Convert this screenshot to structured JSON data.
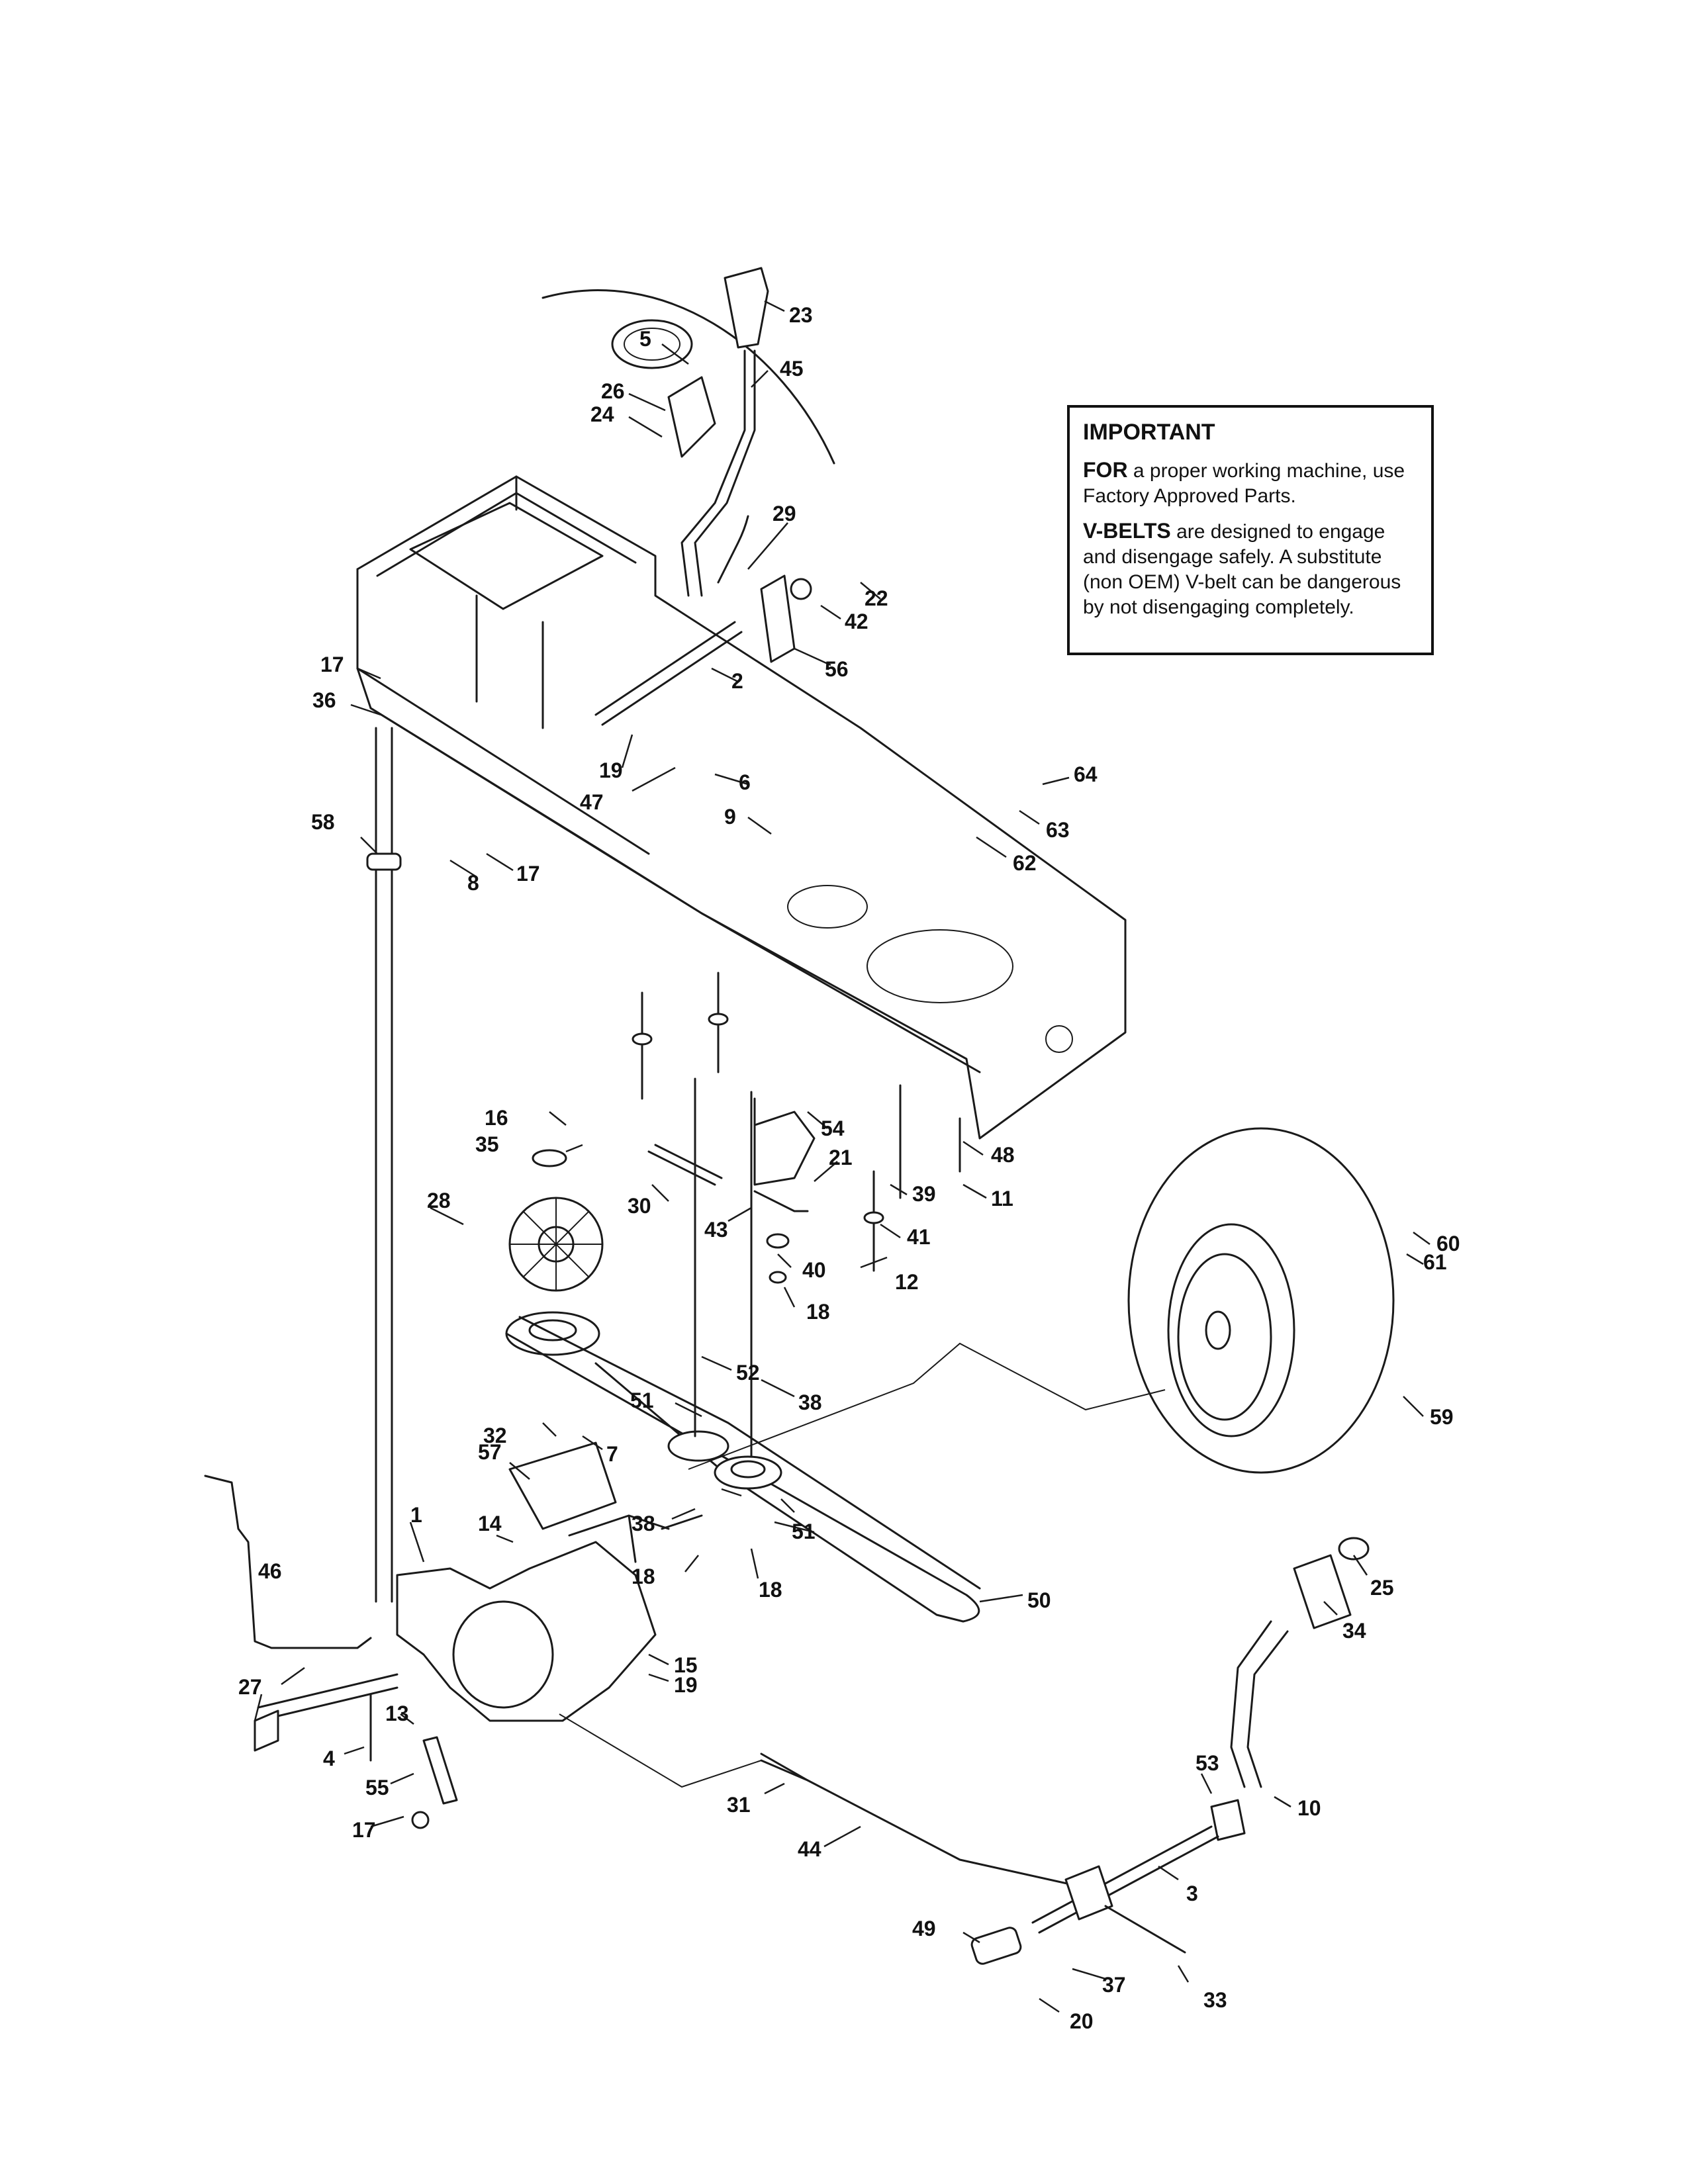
{
  "notice": {
    "heading": "IMPORTANT",
    "p1_lead": "FOR",
    "p1_text": " a proper working machine, use Factory Approved Parts.",
    "p2_lead": "V-BELTS",
    "p2_text": " are designed to engage and disengage safely. A substitute (non OEM) V-belt can be dangerous by not disengaging completely."
  },
  "callouts": {
    "c1": "1",
    "c2": "2",
    "c3": "3",
    "c4": "4",
    "c5": "5",
    "c6": "6",
    "c7": "7",
    "c8": "8",
    "c9": "9",
    "c10": "10",
    "c11": "11",
    "c12": "12",
    "c13": "13",
    "c14": "14",
    "c15": "15",
    "c16": "16",
    "c17a": "17",
    "c17b": "17",
    "c17c": "17",
    "c18a": "18",
    "c18b": "18",
    "c18c": "18",
    "c19a": "19",
    "c19b": "19",
    "c20": "20",
    "c21": "21",
    "c22": "22",
    "c23": "23",
    "c24": "24",
    "c25": "25",
    "c26": "26",
    "c27": "27",
    "c28": "28",
    "c29": "29",
    "c30": "30",
    "c31": "31",
    "c32": "32",
    "c33": "33",
    "c34": "34",
    "c35": "35",
    "c36": "36",
    "c37": "37",
    "c38a": "38",
    "c38b": "38",
    "c39": "39",
    "c40": "40",
    "c41": "41",
    "c42": "42",
    "c43": "43",
    "c44": "44",
    "c45": "45",
    "c46": "46",
    "c47": "47",
    "c48": "48",
    "c49": "49",
    "c50": "50",
    "c51a": "51",
    "c51b": "51",
    "c52": "52",
    "c53": "53",
    "c54": "54",
    "c55": "55",
    "c56": "56",
    "c57": "57",
    "c58": "58",
    "c59": "59",
    "c60": "60",
    "c61": "61",
    "c62": "62",
    "c63": "63",
    "c64": "64"
  }
}
